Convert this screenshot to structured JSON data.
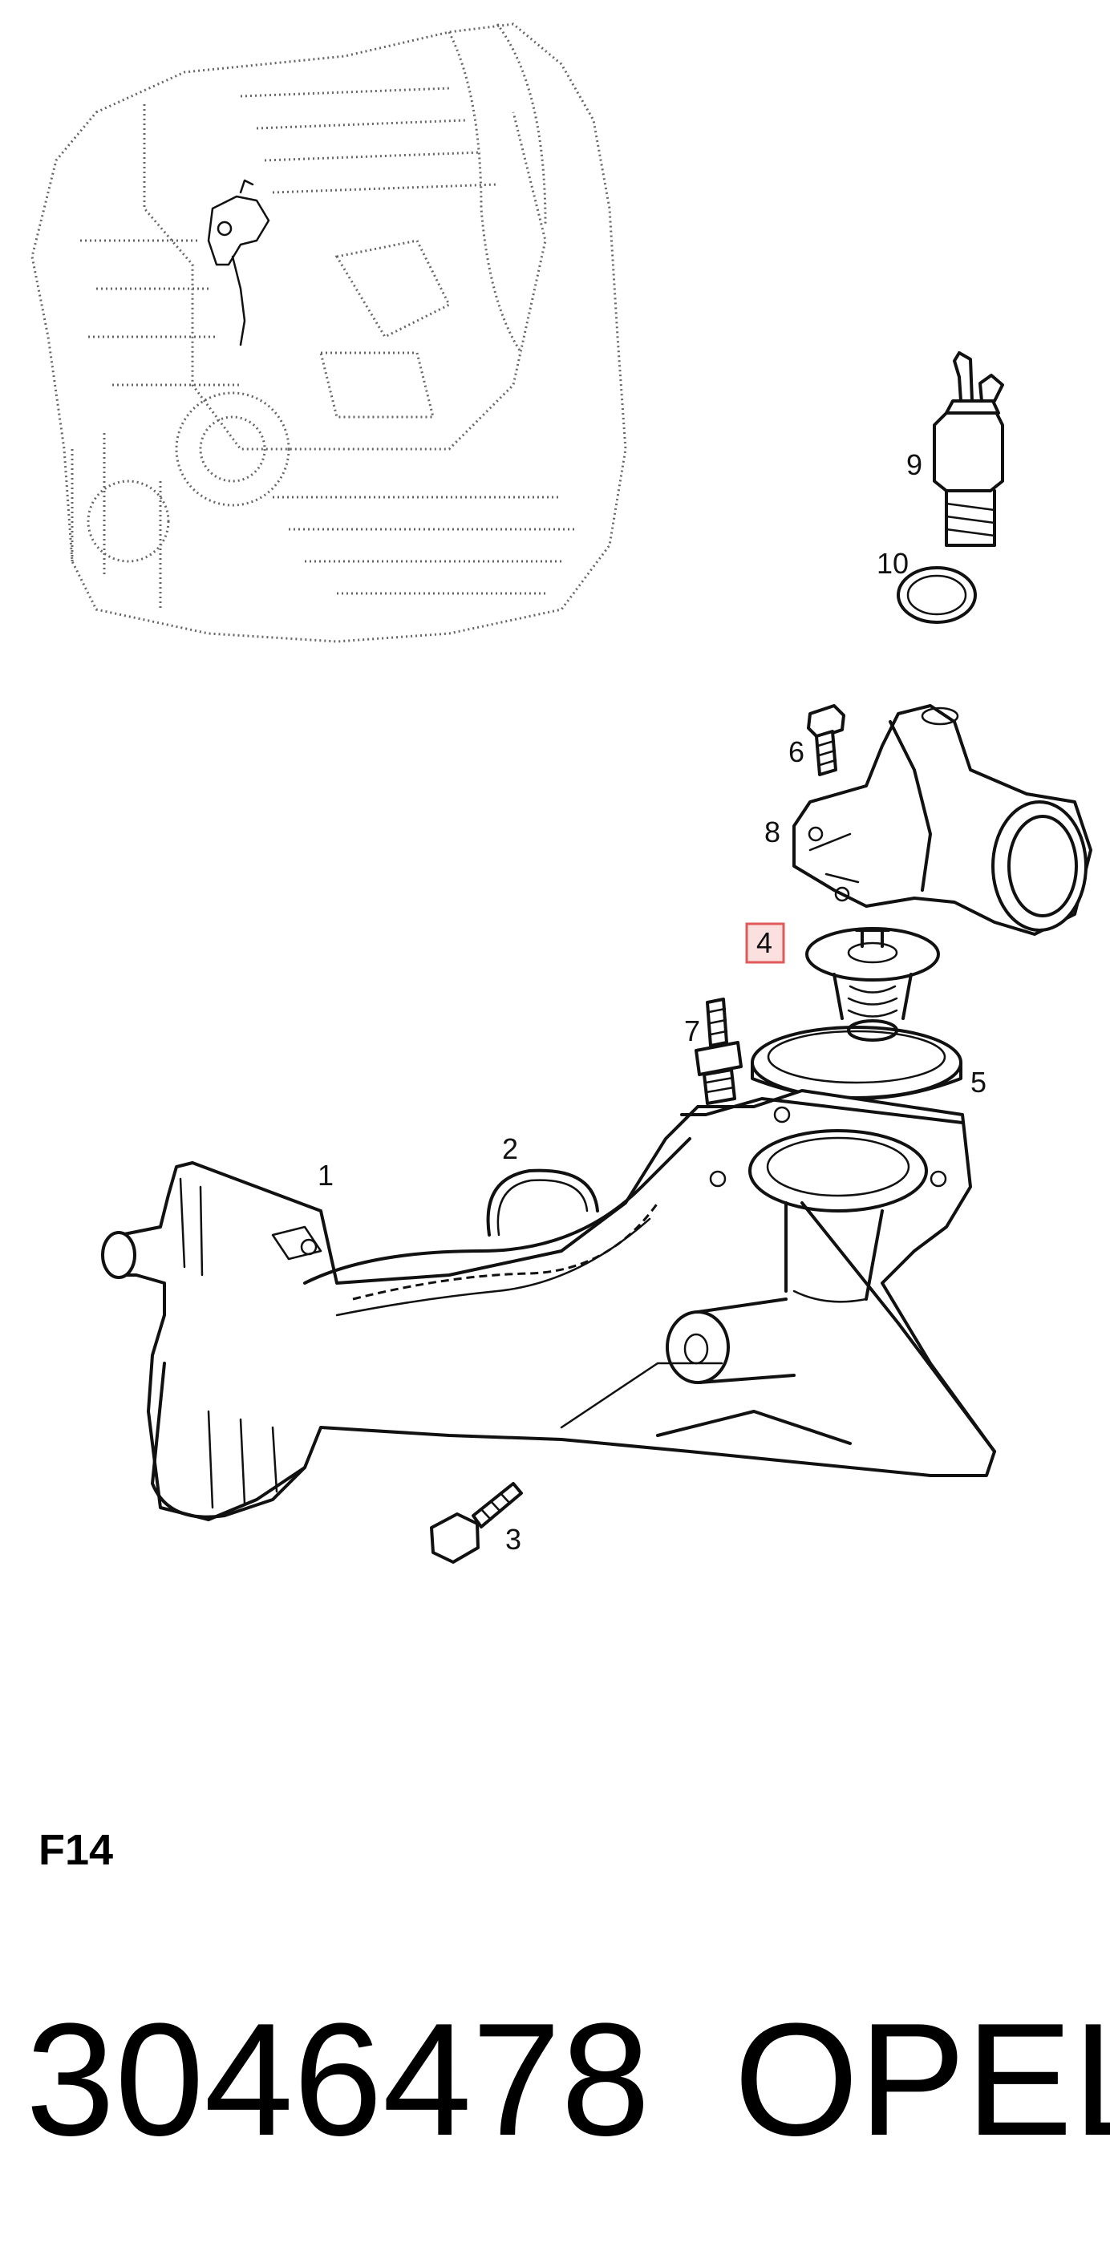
{
  "diagram": {
    "parts": [
      {
        "id": "1",
        "label": "1"
      },
      {
        "id": "2",
        "label": "2"
      },
      {
        "id": "3",
        "label": "3"
      },
      {
        "id": "4",
        "label": "4",
        "highlighted": true
      },
      {
        "id": "5",
        "label": "5"
      },
      {
        "id": "6",
        "label": "6"
      },
      {
        "id": "7",
        "label": "7"
      },
      {
        "id": "8",
        "label": "8"
      },
      {
        "id": "9",
        "label": "9"
      },
      {
        "id": "10",
        "label": "10"
      }
    ],
    "highlight_color": "#e05a5a",
    "section_code": "F14"
  },
  "footer": {
    "part_number": "3046478",
    "brand": "OPEL"
  }
}
